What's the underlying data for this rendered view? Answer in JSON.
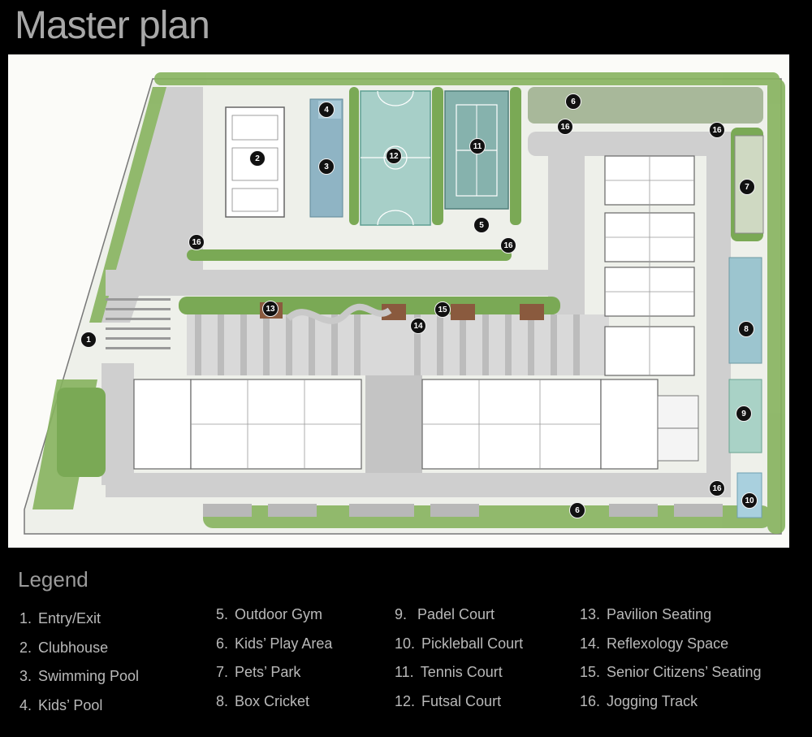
{
  "page": {
    "title": "Master plan"
  },
  "legend": {
    "title": "Legend",
    "columns": [
      [
        {
          "num": "1.",
          "label": "Entry/Exit"
        },
        {
          "num": "2.",
          "label": "Clubhouse"
        },
        {
          "num": "3.",
          "label": "Swimming Pool"
        },
        {
          "num": "4.",
          "label": "Kids’ Pool"
        }
      ],
      [
        {
          "num": "5.",
          "label": "Outdoor Gym"
        },
        {
          "num": "6.",
          "label": "Kids’ Play Area"
        },
        {
          "num": "7.",
          "label": "Pets’ Park"
        },
        {
          "num": "8.",
          "label": "Box Cricket"
        }
      ],
      [
        {
          "num": "9.",
          "label": "Padel Court"
        },
        {
          "num": "10.",
          "label": "Pickleball Court"
        },
        {
          "num": "11.",
          "label": "Tennis Court"
        },
        {
          "num": "12.",
          "label": "Futsal Court"
        }
      ],
      [
        {
          "num": "13.",
          "label": "Pavilion Seating"
        },
        {
          "num": "14.",
          "label": "Reflexology Space"
        },
        {
          "num": "15.",
          "label": "Senior Citizens’ Seating"
        },
        {
          "num": "16.",
          "label": "Jogging Track"
        }
      ]
    ]
  },
  "map": {
    "markers": [
      "4",
      "2",
      "3",
      "12",
      "11",
      "6",
      "16",
      "16",
      "7",
      "5",
      "16",
      "16",
      "13",
      "15",
      "14",
      "1",
      "8",
      "9",
      "16",
      "10",
      "6"
    ]
  },
  "colors": {
    "background": "#000000",
    "road": "#d2d2d2",
    "greenery": "#7fae5a",
    "pool": "#9fc3d2",
    "court": "#a6cfc6",
    "marker": "#111111"
  }
}
